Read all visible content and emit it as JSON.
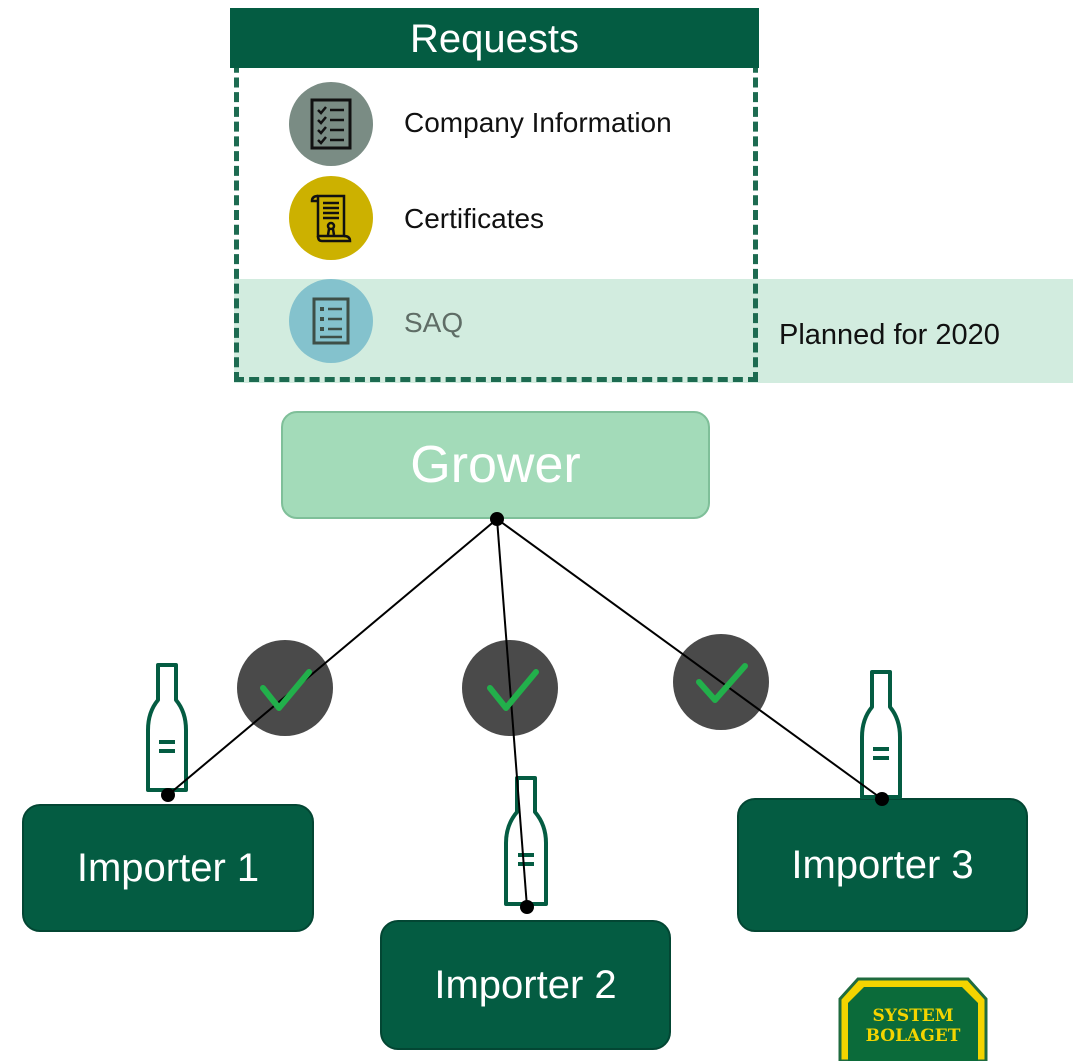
{
  "requests": {
    "title": "Requests",
    "items": [
      {
        "label": "Company Information",
        "icon": "checklist-icon",
        "color": "#7a8c84"
      },
      {
        "label": "Certificates",
        "icon": "certificate-scroll-icon",
        "color": "#ccb100"
      },
      {
        "label": "SAQ",
        "icon": "questionnaire-icon",
        "color": "#84c2cd",
        "status": "planned"
      }
    ],
    "planned_note": "Planned for 2020"
  },
  "grower": {
    "label": "Grower"
  },
  "importers": [
    {
      "label": "Importer 1",
      "approved": true
    },
    {
      "label": "Importer 2",
      "approved": true
    },
    {
      "label": "Importer 3",
      "approved": true
    }
  ],
  "logo": {
    "line1": "SYSTEM",
    "line2": "BOLAGET"
  },
  "colors": {
    "brand_dark_green": "#045c42",
    "light_green": "#a3dbb9",
    "planned_band": "#d2ecdf",
    "check_badge": "#4a4a4a",
    "check_mark": "#22b04b",
    "logo_yellow": "#f3d400"
  }
}
